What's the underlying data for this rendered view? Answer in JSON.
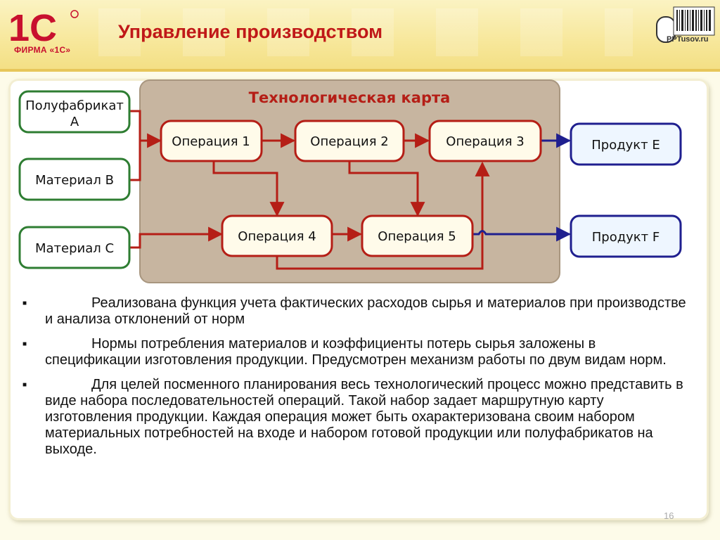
{
  "header": {
    "logo_mark": "1С",
    "logo_caption": "ФИРМА «1С»",
    "title": "Управление производством",
    "corner_logo_text": "PPTusov.ru"
  },
  "diagram": {
    "title": "Технологическая карта",
    "inputs": {
      "semi_a": [
        "Полуфабрикат",
        "А"
      ],
      "material_b": "Материал В",
      "material_c": "Материал С"
    },
    "operations": {
      "op1": "Операция 1",
      "op2": "Операция 2",
      "op3": "Операция 3",
      "op4": "Операция 4",
      "op5": "Операция 5"
    },
    "outputs": {
      "product_e": "Продукт Е",
      "product_f": "Продукт F"
    }
  },
  "bullets": [
    "Реализована функция учета фактических расходов сырья и материалов при производстве и анализа отклонений от норм",
    "Нормы потребления материалов и коэффициенты потерь сырья заложены в спецификации изготовления продукции. Предусмотрен механизм работы по двум видам норм.",
    "Для целей посменного планирования весь технологический процесс можно представить в виде набора последовательностей операций. Такой набор задает маршрутную карту изготовления продукции. Каждая операция может быть охарактеризована своим набором материальных потребностей на входе и набором готовой продукции или полуфабрикатов на выходе."
  ],
  "page_number": "16",
  "colors": {
    "title_red": "#c01818",
    "process_panel": "#c7b5a0",
    "operation_border": "#b51e16",
    "operation_fill": "#fffbea",
    "input_border": "#2e7d32",
    "output_border": "#1f1f8f",
    "output_fill": "#eef6ff"
  }
}
